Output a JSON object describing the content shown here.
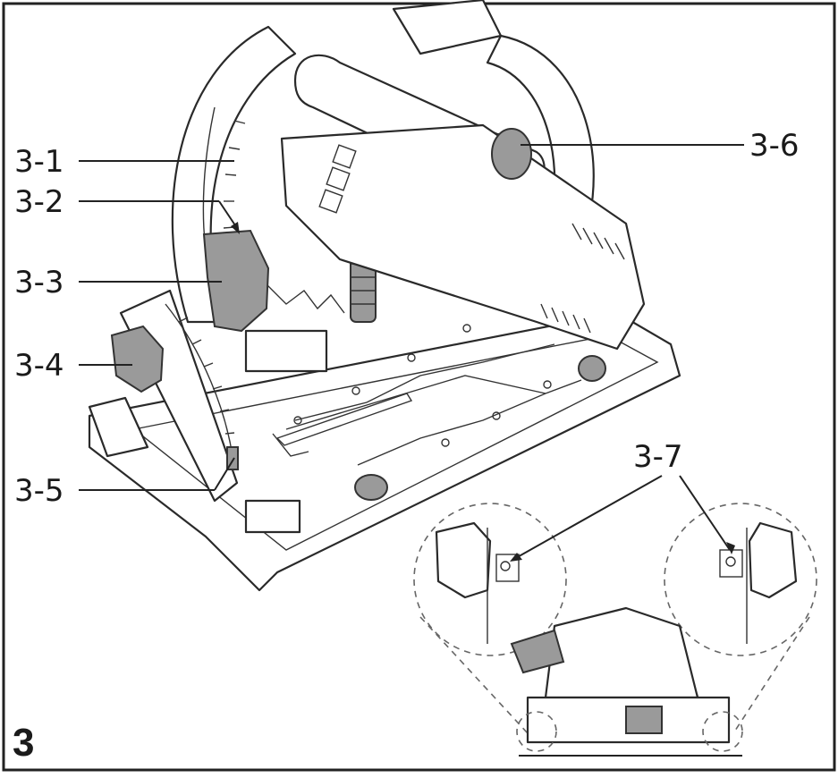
{
  "figure": {
    "number": "3",
    "border_color": "#222222"
  },
  "callouts": [
    {
      "id": "c1",
      "label": "3-1"
    },
    {
      "id": "c2",
      "label": "3-2"
    },
    {
      "id": "c3",
      "label": "3-3"
    },
    {
      "id": "c4",
      "label": "3-4"
    },
    {
      "id": "c5",
      "label": "3-5"
    },
    {
      "id": "c6",
      "label": "3-6"
    },
    {
      "id": "c7",
      "label": "3-7"
    }
  ]
}
